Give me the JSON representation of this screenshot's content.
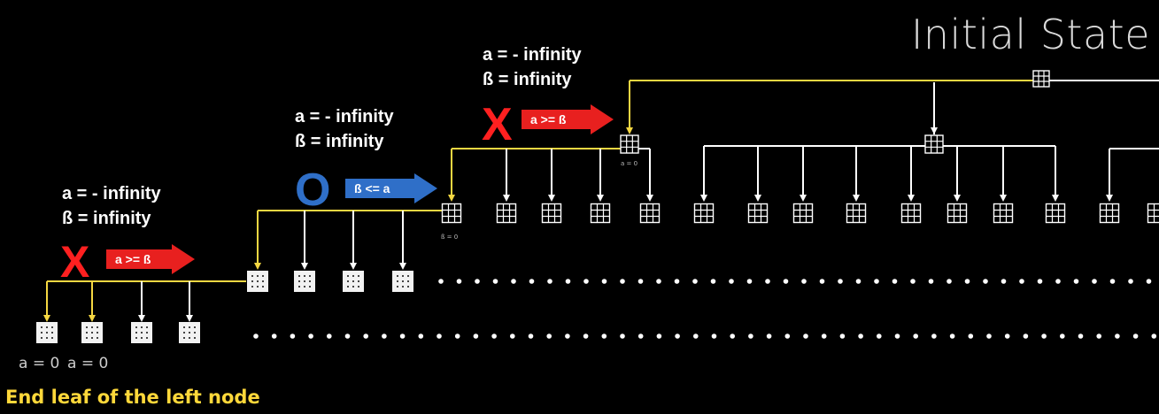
{
  "title": "Initial State",
  "caption": "End leaf of the left node",
  "node_labels": {
    "left": {
      "alpha": "a = - infinity",
      "beta": "ß = infinity"
    },
    "middle": {
      "alpha": "a = - infinity",
      "beta": "ß = infinity"
    },
    "top": {
      "alpha": "a = - infinity",
      "beta": "ß = infinity"
    }
  },
  "markers": {
    "left": {
      "symbol": "X",
      "rule": "a >= ß",
      "symbol_color": "#ff2020",
      "arrow_color": "#e8201f"
    },
    "middle": {
      "symbol": "O",
      "rule": "ß <= a",
      "symbol_color": "#2f6fc8",
      "arrow_color": "#2f6fc8"
    },
    "top": {
      "symbol": "X",
      "rule": "a >= ß",
      "symbol_color": "#ff2020",
      "arrow_color": "#e8201f"
    }
  },
  "leaf_values": [
    "a = 0",
    "a = 0"
  ],
  "small_labels": {
    "beta_node": "ß = 0",
    "alpha_node": "a = 0"
  },
  "colors": {
    "highlight": "#f5d742",
    "edge": "#ffffff",
    "background": "#000000"
  }
}
